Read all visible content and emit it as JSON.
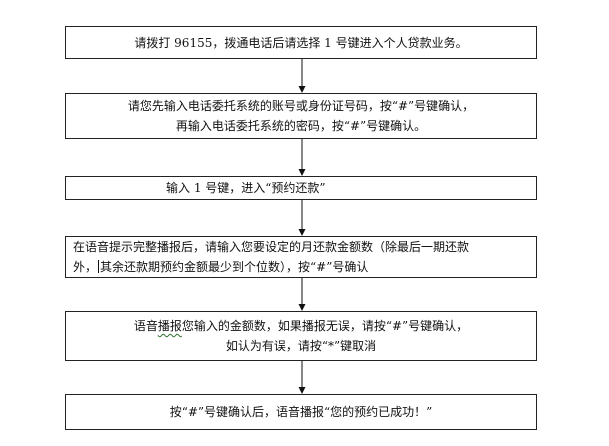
{
  "flowchart": {
    "steps": [
      {
        "lines": [
          "请拨打 96155，拨通电话后请选择 1 号键进入个人贷款业务。"
        ]
      },
      {
        "lines": [
          "请您先输入电话委托系统的账号或身份证号码，按“#”号键确认，",
          "再输入电话委托系统的密码，按“#”号键确认。"
        ]
      },
      {
        "lines": [
          "输入 1 号键，进入“预约还款”"
        ]
      },
      {
        "lines": [
          "在语音提示完整播报后，请输入您要设定的月还款金额数（除最后一期还款",
          "外，",
          "其余还款期预约金额最少到个位数），按“#”号确认"
        ]
      },
      {
        "lines": [
          "语音",
          "播报",
          "您输入的金额数，如果播报无误，请按“#”号键确认，",
          "如认为有误，请按“*”键取消"
        ]
      },
      {
        "lines": [
          "按“#”号键确认后，语音播报“您的预约已成功！”"
        ]
      }
    ]
  },
  "colors": {
    "border": "#222222",
    "arrow": "#111111",
    "spellcheck": "#2a6e2a"
  }
}
